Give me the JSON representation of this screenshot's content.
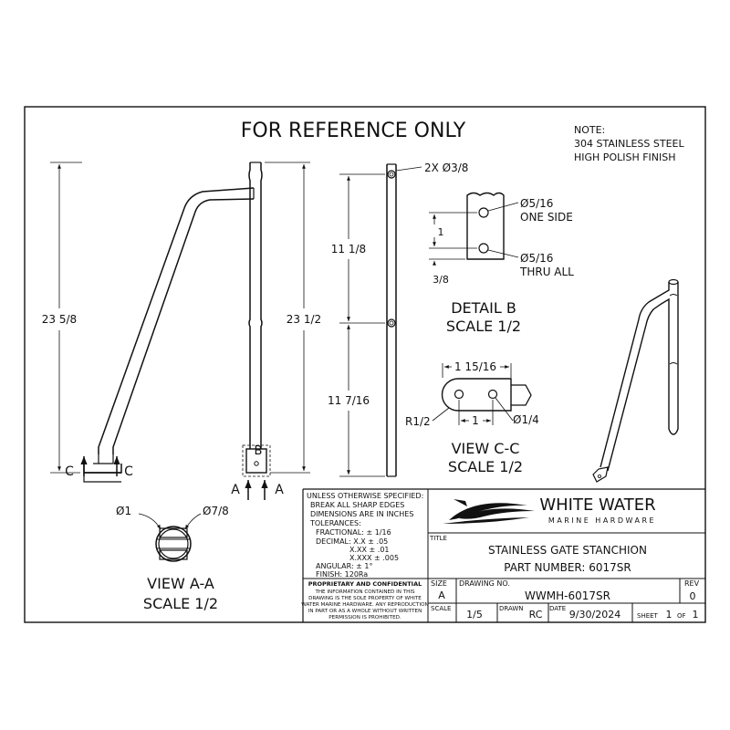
{
  "header": {
    "title": "FOR REFERENCE ONLY",
    "note_lines": [
      "NOTE:",
      "304 STAINLESS STEEL",
      "HIGH POLISH FINISH"
    ]
  },
  "front_view": {
    "overall_height": "23 5/8",
    "section_letter": "C"
  },
  "side_view": {
    "height": "23 1/2",
    "detail_callout": "B",
    "section_letter": "A"
  },
  "hole_view": {
    "hole_callout": "2X Ø3/8",
    "upper_dim": "11 1/8",
    "lower_dim": "11 7/16"
  },
  "detail_b": {
    "upper_hole": [
      "Ø5/16",
      "ONE SIDE"
    ],
    "lower_hole": [
      "Ø5/16",
      "THRU ALL"
    ],
    "spacing": "1",
    "offset": "3/8",
    "title": "DETAIL  B",
    "scale": "SCALE 1/2"
  },
  "view_c": {
    "length": "1 15/16",
    "radius": "R1/2",
    "spacing": "1",
    "hole": "Ø1/4",
    "title": "VIEW C-C",
    "scale": "SCALE 1/2"
  },
  "view_a": {
    "outer_dia": "Ø1",
    "inner_dia": "Ø7/8",
    "title": "VIEW A-A",
    "scale": "SCALE 1/2"
  },
  "tolerances": {
    "lines": [
      "UNLESS OTHERWISE SPECIFIED:",
      "BREAK ALL SHARP EDGES",
      "DIMENSIONS ARE IN INCHES",
      "TOLERANCES:",
      "FRACTIONAL: ± 1/16",
      "DECIMAL: X.X ± .05",
      "X.XX ± .01",
      "X.XXX ± .005",
      "ANGULAR: ± 1°",
      "FINISH: 120Ra"
    ]
  },
  "proprietary": {
    "heading": "PROPRIETARY AND CONFIDENTIAL",
    "lines": [
      "THE INFORMATION CONTAINED IN THIS",
      "DRAWING IS THE SOLE PROPERTY OF WHITE",
      "WATER MARINE HARDWARE. ANY REPRODUCTION",
      "IN PART OR AS A WHOLE WITHOUT WRITTEN",
      "PERMISSION IS PROHIBITED."
    ]
  },
  "company": {
    "name": "WHITE WATER",
    "sub": "MARINE HARDWARE"
  },
  "title_block": {
    "title_label": "TITLE",
    "title": "STAINLESS GATE STANCHION",
    "part_number": "PART NUMBER: 6017SR",
    "size_label": "SIZE",
    "size": "A",
    "drawing_no_label": "DRAWING NO.",
    "drawing_no": "WWMH-6017SR",
    "rev_label": "REV",
    "rev": "0",
    "scale_label": "SCALE",
    "scale": "1/5",
    "drawn_label": "DRAWN",
    "drawn": "RC",
    "date_label": "DATE",
    "date": "9/30/2024",
    "sheet_label": "SHEET",
    "sheet": "1",
    "of_label": "OF",
    "of": "1"
  }
}
